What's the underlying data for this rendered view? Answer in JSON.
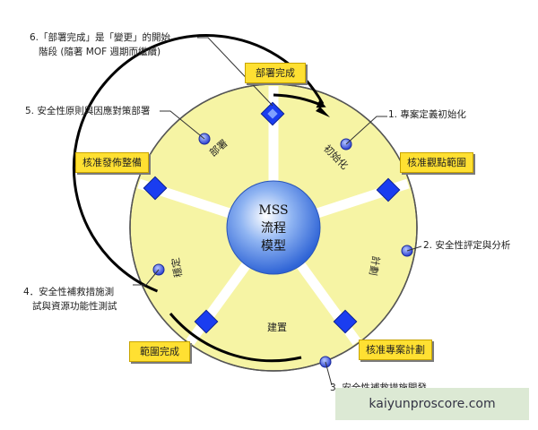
{
  "center": {
    "line1": "MSS",
    "line2": "流程",
    "line3": "模型"
  },
  "ring_labels": {
    "initialize": "初始化",
    "plan": "計劃",
    "build": "建置",
    "stabilize": "穩定",
    "deploy": "部署"
  },
  "milestones": {
    "deployment_complete": "部署完成",
    "approve_scope": "核准觀點範圍",
    "approve_plan": "核准專案計劃",
    "scope_complete": "範圍完成",
    "approve_release": "核准發佈整備"
  },
  "steps": {
    "step1": "1. 專案定義初始化",
    "step2": "2. 安全性評定與分析",
    "step3": "3. 安全性補救措施開發",
    "step4_line1": "4．安全性補救措施測",
    "step4_line2": "試與資源功能性測試",
    "step5": "5. 安全性原則與因應對策部署",
    "step6_line1": "6.「部署完成」是「變更」的開始",
    "step6_line2": "階段 (隨著 MOF 週期而繼續)"
  },
  "watermark": "kaiyunproscore.com",
  "colors": {
    "ring_fill": "#f6f4a4",
    "ring_stroke": "#555555",
    "spoke": "#ffffff",
    "hub": "#4f86e0",
    "milestone_box": "#ffe032",
    "diamond": "#1a3df0",
    "arrow": "#000000"
  }
}
